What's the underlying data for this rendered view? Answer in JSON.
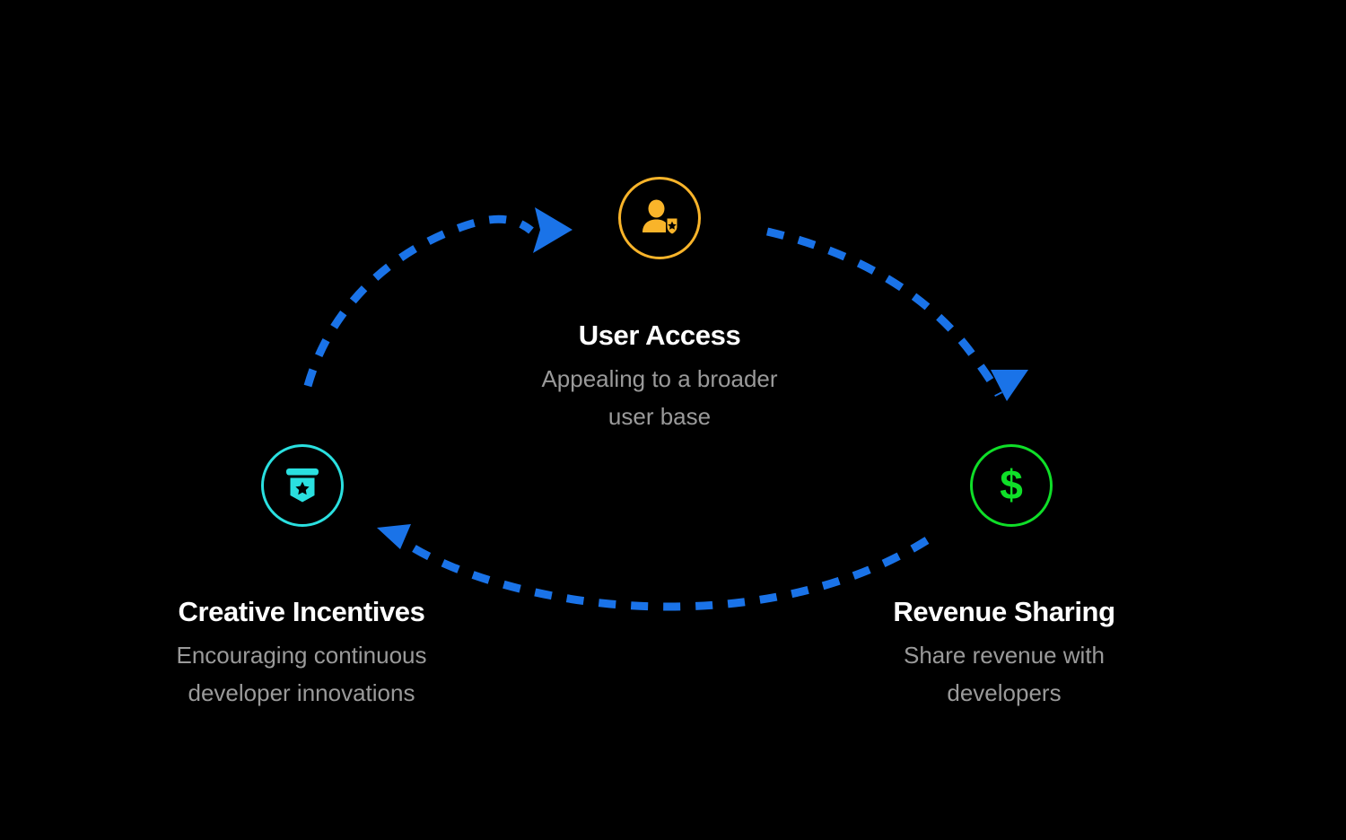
{
  "diagram": {
    "type": "cycle",
    "background_color": "#000000",
    "arrow_color": "#1a73e8",
    "title_color": "#ffffff",
    "description_color": "#9a9a9a",
    "nodes": [
      {
        "id": "user-access",
        "title": "User Access",
        "description_lines": [
          "Appealing to a broader",
          "user base"
        ],
        "icon": "user-shield-icon",
        "accent_color": "#f9b42a",
        "position": "top"
      },
      {
        "id": "revenue-sharing",
        "title": "Revenue Sharing",
        "description_lines": [
          "Share revenue with",
          "developers"
        ],
        "icon": "dollar-sign-icon",
        "accent_color": "#0fdf28",
        "position": "bottom-right"
      },
      {
        "id": "creative-incentives",
        "title": "Creative Incentives",
        "description_lines": [
          "Encouraging continuous",
          "developer innovations"
        ],
        "icon": "award-badge-icon",
        "accent_color": "#2ae0e0",
        "position": "bottom-left"
      }
    ],
    "connectors": [
      {
        "id": "creative-to-user",
        "from": "creative-incentives",
        "to": "user-access",
        "style": "dashed",
        "arrowhead": "triangle",
        "color": "#1a73e8"
      },
      {
        "id": "user-to-revenue",
        "from": "user-access",
        "to": "revenue-sharing",
        "style": "dashed",
        "arrowhead": "triangle",
        "color": "#1a73e8"
      },
      {
        "id": "revenue-to-creative",
        "from": "revenue-sharing",
        "to": "creative-incentives",
        "style": "dashed",
        "arrowhead": "triangle",
        "color": "#1a73e8"
      }
    ]
  }
}
